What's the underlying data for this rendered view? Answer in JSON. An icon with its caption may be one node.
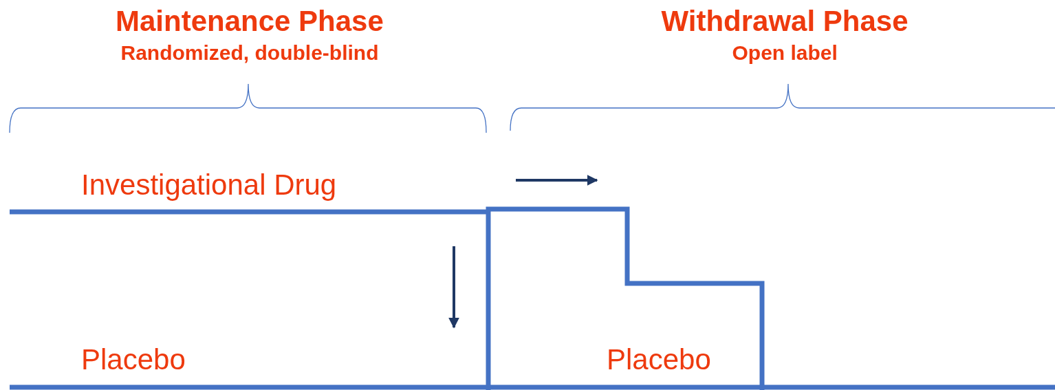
{
  "diagram": {
    "labels": [
      "Maintenance Phase",
      "Randomized, double-blind",
      "Withdrawal Phase",
      "Open label",
      "Investigational Drug",
      "Placebo",
      "Placebo"
    ]
  }
}
